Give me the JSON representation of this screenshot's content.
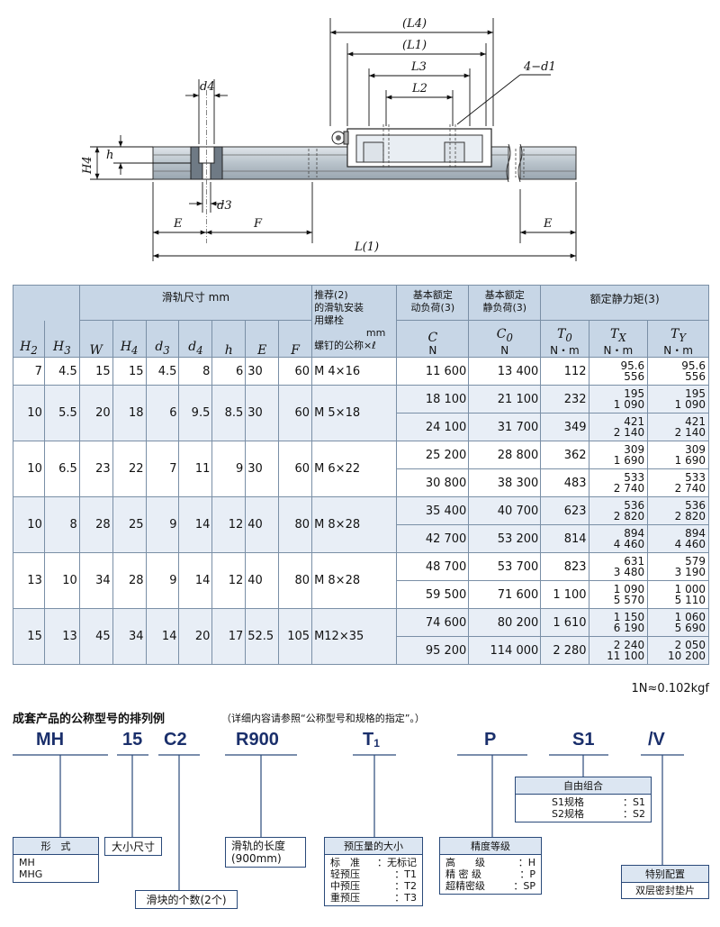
{
  "drawing": {
    "L4": "(L4)",
    "L1": "(L1)",
    "L3": "L3",
    "L2": "L2",
    "d1": "4−d1",
    "d4": "d4",
    "d3": "d3",
    "H4": "H4",
    "h": "h",
    "E": "E",
    "F": "F",
    "L": "L(1)"
  },
  "table": {
    "h_rail": "滑轨尺寸 mm",
    "h_bolt": [
      "推荐(2)",
      "的滑轨安装",
      "用螺栓",
      "mm",
      "螺钉的公称×ℓ"
    ],
    "h_C": [
      "基本额定",
      "动负荷(3)"
    ],
    "h_C0": [
      "基本额定",
      "静负荷(3)"
    ],
    "h_moment": "额定静力矩(3)",
    "sym": [
      "H2",
      "H3",
      "W",
      "H4",
      "d3",
      "d4",
      "h",
      "E",
      "F"
    ],
    "sym_C": "C",
    "sym_C0": "C0",
    "sym_T0": "T0",
    "sym_TX": "TX",
    "sym_TY": "TY",
    "u_N": "N",
    "u_Nm": "N・m",
    "rows": [
      {
        "H2": "7",
        "H3": "4.5",
        "W": "15",
        "H4": "15",
        "d3": "4.5",
        "d4": "8",
        "h": "6",
        "E": "30",
        "F": "60",
        "bolt": "M  4×16",
        "sub": [
          {
            "C": "11 600",
            "C0": "13 400",
            "T0": "112",
            "TX": [
              "95.6",
              "556"
            ],
            "TY": [
              "95.6",
              "556"
            ]
          }
        ]
      },
      {
        "H2": "10",
        "H3": "5.5",
        "W": "20",
        "H4": "18",
        "d3": "6",
        "d4": "9.5",
        "h": "8.5",
        "E": "30",
        "F": "60",
        "bolt": "M  5×18",
        "sub": [
          {
            "C": "18 100",
            "C0": "21 100",
            "T0": "232",
            "TX": [
              "195",
              "1 090"
            ],
            "TY": [
              "195",
              "1 090"
            ]
          },
          {
            "C": "24 100",
            "C0": "31 700",
            "T0": "349",
            "TX": [
              "421",
              "2 140"
            ],
            "TY": [
              "421",
              "2 140"
            ]
          }
        ]
      },
      {
        "H2": "10",
        "H3": "6.5",
        "W": "23",
        "H4": "22",
        "d3": "7",
        "d4": "11",
        "h": "9",
        "E": "30",
        "F": "60",
        "bolt": "M  6×22",
        "sub": [
          {
            "C": "25 200",
            "C0": "28 800",
            "T0": "362",
            "TX": [
              "309",
              "1 690"
            ],
            "TY": [
              "309",
              "1 690"
            ]
          },
          {
            "C": "30 800",
            "C0": "38 300",
            "T0": "483",
            "TX": [
              "533",
              "2 740"
            ],
            "TY": [
              "533",
              "2 740"
            ]
          }
        ]
      },
      {
        "H2": "10",
        "H3": "8",
        "W": "28",
        "H4": "25",
        "d3": "9",
        "d4": "14",
        "h": "12",
        "E": "40",
        "F": "80",
        "bolt": "M  8×28",
        "sub": [
          {
            "C": "35 400",
            "C0": "40 700",
            "T0": "623",
            "TX": [
              "536",
              "2 820"
            ],
            "TY": [
              "536",
              "2 820"
            ]
          },
          {
            "C": "42 700",
            "C0": "53 200",
            "T0": "814",
            "TX": [
              "894",
              "4 460"
            ],
            "TY": [
              "894",
              "4 460"
            ]
          }
        ]
      },
      {
        "H2": "13",
        "H3": "10",
        "W": "34",
        "H4": "28",
        "d3": "9",
        "d4": "14",
        "h": "12",
        "E": "40",
        "F": "80",
        "bolt": "M  8×28",
        "sub": [
          {
            "C": "48 700",
            "C0": "53 700",
            "T0": "823",
            "TX": [
              "631",
              "3 480"
            ],
            "TY": [
              "579",
              "3 190"
            ]
          },
          {
            "C": "59 500",
            "C0": "71 600",
            "T0": "1 100",
            "TX": [
              "1 090",
              "5 570"
            ],
            "TY": [
              "1 000",
              "5 110"
            ]
          }
        ]
      },
      {
        "H2": "15",
        "H3": "13",
        "W": "45",
        "H4": "34",
        "d3": "14",
        "d4": "20",
        "h": "17",
        "E": "52.5",
        "F": "105",
        "bolt": "M12×35",
        "sub": [
          {
            "C": "74 600",
            "C0": "80 200",
            "T0": "1 610",
            "TX": [
              "1 150",
              "6 190"
            ],
            "TY": [
              "1 060",
              "5 690"
            ]
          },
          {
            "C": "95 200",
            "C0": "114 000",
            "T0": "2 280",
            "TX": [
              "2 240",
              "11 100"
            ],
            "TY": [
              "2 050",
              "10 200"
            ]
          }
        ]
      }
    ],
    "unit_note": "1N≈0.102kgf"
  },
  "model": {
    "title": "成套产品的公称型号的排列例",
    "note": "（详细内容请参照“公称型号和规格的指定”。）",
    "codes": [
      "MH",
      "15",
      "C2",
      "R900",
      "T",
      "P",
      "S1",
      "/V"
    ],
    "code_T_sub": "1",
    "box_form": {
      "hd": "形　式",
      "lines": [
        "MH",
        "MHG"
      ]
    },
    "box_size": {
      "hd": "大小尺寸"
    },
    "box_blocks": {
      "hd": "滑块的个数(2个)"
    },
    "box_length": {
      "lines": [
        "滑轨的长度",
        "(900mm)"
      ]
    },
    "box_preload": {
      "hd": "预压量的大小",
      "rows": [
        [
          "标　准",
          "：无标记"
        ],
        [
          "轻预压",
          "：T1"
        ],
        [
          "中预压",
          "：T2"
        ],
        [
          "重预压",
          "：T3"
        ]
      ]
    },
    "box_grade": {
      "hd": "精度等级",
      "rows": [
        [
          "高　　级",
          "：H"
        ],
        [
          "精 密 级",
          "：P"
        ],
        [
          "超精密级",
          "：SP"
        ]
      ]
    },
    "box_combo": {
      "hd": "自由组合",
      "rows": [
        [
          "S1规格",
          "：S1"
        ],
        [
          "S2规格",
          "：S2"
        ]
      ]
    },
    "box_special": {
      "hd": "特别配置",
      "lines": [
        "双层密封垫片"
      ]
    }
  }
}
